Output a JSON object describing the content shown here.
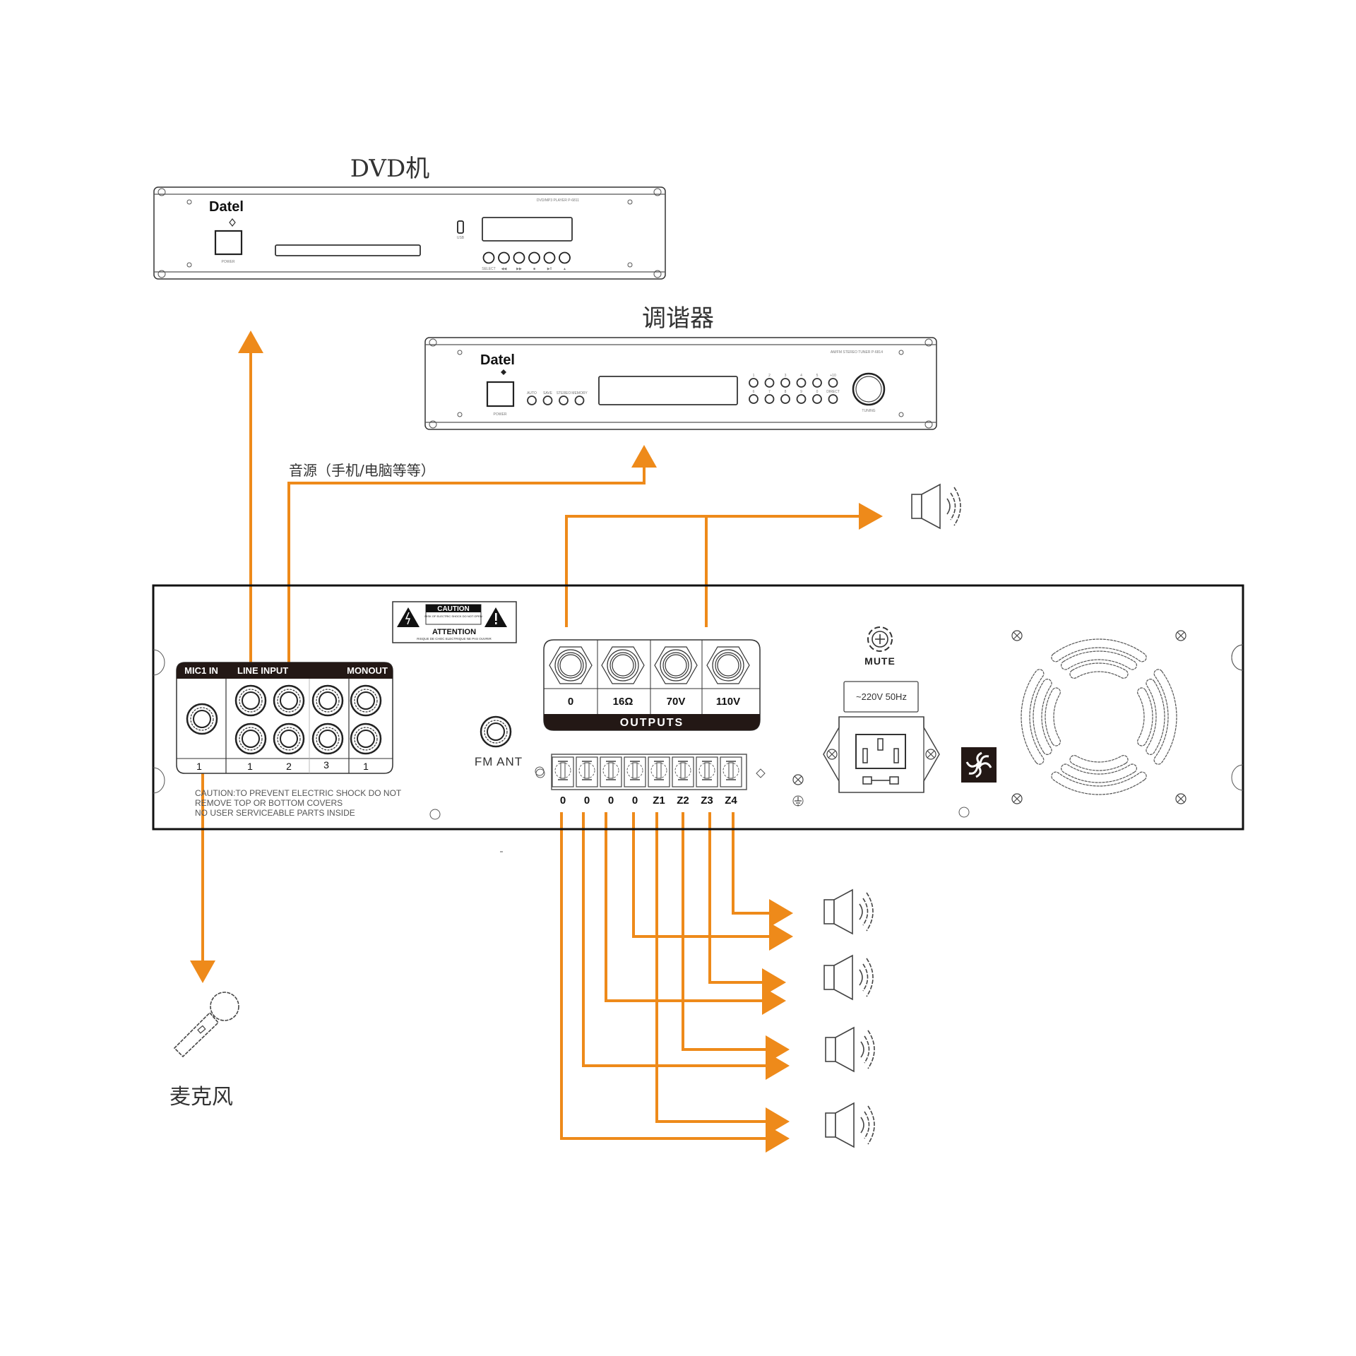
{
  "colors": {
    "wire": "#EE8A1A",
    "line": "#333333",
    "panel_dark": "#231815",
    "background": "#FFFFFF"
  },
  "dvd_player": {
    "title": "DVD机",
    "brand": "Datel",
    "model_text": "DVD/MP3 PLAYER P-6811",
    "power_label": "POWER",
    "usb_label": "USB",
    "button_labels": [
      "SELECT",
      "◀◀",
      "▶▶",
      "■",
      "▶II",
      "▲"
    ]
  },
  "tuner": {
    "title": "调谐器",
    "brand": "Datel",
    "model_text": "AM/FM STEREO TUNER P-6814",
    "power_label": "POWER",
    "left_button_labels": [
      "AUTO",
      "SAVE",
      "STEREO",
      "MEMORY"
    ],
    "preset_top_labels": [
      "1",
      "2",
      "3",
      "4",
      "5",
      "+10"
    ],
    "preset_bottom_labels": [
      "6",
      "7",
      "8",
      "9",
      "0",
      "DIRECT"
    ],
    "knob_label": "TUNING"
  },
  "audio_source_label": "音源（手机/电脑等等）",
  "amplifier": {
    "caution_sticker": {
      "title": "CAUTION",
      "subtitle": "RISK OF ELECTRIC SHOCK DO NOT OPEN",
      "attention": "ATTENTION",
      "attention_sub": "RISQUE DE CHOC ELECTRIQUE NE PAS OUVRIR"
    },
    "mic_in_label": "MIC1 IN",
    "line_input_label": "LINE INPUT",
    "monout_label": "MONOUT",
    "mic_port_numbers": [
      "1"
    ],
    "line_port_numbers": [
      "1",
      "2",
      "3"
    ],
    "monout_port_numbers": [
      "1"
    ],
    "caution_text": [
      "CAUTION:TO PREVENT ELECTRIC SHOCK DO NOT",
      "REMOVE TOP OR BOTTOM COVERS",
      "NO USER SERVICEABLE PARTS INSIDE"
    ],
    "fm_ant_label": "FM ANT",
    "outputs": {
      "labels": [
        "0",
        "16Ω",
        "70V",
        "110V"
      ],
      "bar_label": "OUTPUTS"
    },
    "terminal_labels": [
      "0",
      "0",
      "0",
      "0",
      "Z1",
      "Z2",
      "Z3",
      "Z4"
    ],
    "mute_label": "MUTE",
    "power_rating": "~220V 50Hz"
  },
  "microphone": {
    "label": "麦克风"
  },
  "speakers": {
    "top_count": 1,
    "zone_count": 4
  }
}
